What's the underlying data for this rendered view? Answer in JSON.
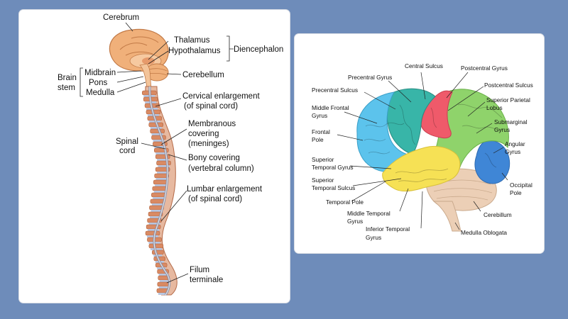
{
  "colors": {
    "background": "#6e8cba",
    "panel": "#ffffff",
    "frontal_lobe": "#5cc3ec",
    "precentral_gyrus": "#38b5a8",
    "postcentral_gyrus": "#ef5a6a",
    "parietal_lobe": "#8fd36b",
    "occipital_lobe": "#3f86d6",
    "temporal_lobe": "#f6e155",
    "cerebellum": "#eccfb6",
    "vertebra": "#d98a63",
    "disc": "#b8c6e0"
  },
  "left_diagram": {
    "labels": {
      "cerebrum": "Cerebrum",
      "thalamus": "Thalamus",
      "hypothalamus": "Hypothalamus",
      "diencephalon": "Diencephalon",
      "brain_stem_line1": "Brain",
      "brain_stem_line2": "stem",
      "midbrain": "Midbrain",
      "pons": "Pons",
      "medulla": "Medulla",
      "cerebellum": "Cerebellum",
      "cervical_line1": "Cervical enlargement",
      "cervical_line2": "(of spinal cord)",
      "membranous_line1": "Membranous",
      "membranous_line2": "covering",
      "membranous_line3": "(meninges)",
      "spinal_cord_line1": "Spinal",
      "spinal_cord_line2": "cord",
      "bony_line1": "Bony covering",
      "bony_line2": "(vertebral column)",
      "lumbar_line1": "Lumbar enlargement",
      "lumbar_line2": "(of spinal cord)",
      "filum_line1": "Filum",
      "filum_line2": "terminale"
    }
  },
  "right_diagram": {
    "labels": {
      "central_sulcus": "Central Sulcus",
      "postcentral_gyrus": "Postcentral Gyrus",
      "precentral_gyrus": "Precentral Gyrus",
      "postcentral_sulcus": "Postcentral Sulcus",
      "precentral_sulcus": "Precentral Sulcus",
      "superior_parietal_line1": "Superior Parietal",
      "superior_parietal_line2": "Lobus",
      "middle_frontal_line1": "Middle Frontal",
      "middle_frontal_line2": "Gyrus",
      "submarginal_line1": "Submarginal",
      "submarginal_line2": "Gyrus",
      "frontal_pole_line1": "Frontal",
      "frontal_pole_line2": "Pole",
      "angular_line1": "Angular",
      "angular_line2": "Gyrus",
      "superior_temporal_gyrus_line1": "Superior",
      "superior_temporal_gyrus_line2": "Temporal Gyrus",
      "superior_temporal_sulcus_line1": "Superior",
      "superior_temporal_sulcus_line2": "Temporal Sulcus",
      "occipital_line1": "Occipital",
      "occipital_line2": "Pole",
      "temporal_pole": "Temporal Pole",
      "cerebillum": "Cerebillum",
      "middle_temporal_line1": "Middle Temporal",
      "middle_temporal_line2": "Gyrus",
      "inferior_temporal_line1": "Inferior Temporal",
      "inferior_temporal_line2": "Gyrus",
      "medulla_oblogata": "Medulla Oblogata"
    }
  }
}
